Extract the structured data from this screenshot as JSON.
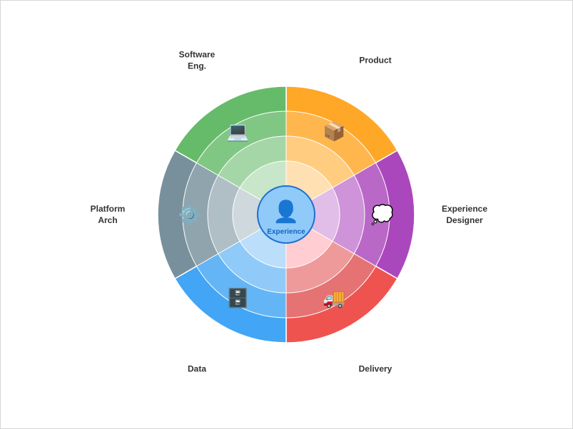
{
  "center": {
    "label": "Experience",
    "icon": "person-icon",
    "icon_glyph": "👤",
    "fill": "#90caf9",
    "stroke": "#1e6fd0"
  },
  "segments": [
    {
      "key": "product",
      "label_lines": [
        "Product"
      ],
      "icon": "package-icon",
      "icon_glyph": "📦",
      "colors": [
        "#ffa726",
        "#ffb74d",
        "#ffcc80",
        "#ffe0b2"
      ]
    },
    {
      "key": "experience-designer",
      "label_lines": [
        "Experience",
        "Designer"
      ],
      "icon": "thought-bubble-icon",
      "icon_glyph": "💭",
      "colors": [
        "#ab47bc",
        "#ba68c8",
        "#ce93d8",
        "#e1bee7"
      ]
    },
    {
      "key": "delivery",
      "label_lines": [
        "Delivery"
      ],
      "icon": "delivery-truck-icon",
      "icon_glyph": "🚚",
      "colors": [
        "#ef5350",
        "#e57373",
        "#ef9a9a",
        "#ffcdd2"
      ]
    },
    {
      "key": "data",
      "label_lines": [
        "Data"
      ],
      "icon": "file-cabinet-icon",
      "icon_glyph": "🗄️",
      "colors": [
        "#42a5f5",
        "#64b5f6",
        "#90caf9",
        "#bbdefb"
      ]
    },
    {
      "key": "platform-arch",
      "label_lines": [
        "Platform",
        "Arch"
      ],
      "icon": "gear-icon",
      "icon_glyph": "⚙️",
      "colors": [
        "#78909c",
        "#90a4ae",
        "#b0bec5",
        "#cfd8dc"
      ]
    },
    {
      "key": "software-eng",
      "label_lines": [
        "Software",
        "Eng."
      ],
      "icon": "laptop-icon",
      "icon_glyph": "💻",
      "colors": [
        "#66bb6a",
        "#81c784",
        "#a5d6a7",
        "#c8e6c9"
      ]
    }
  ]
}
